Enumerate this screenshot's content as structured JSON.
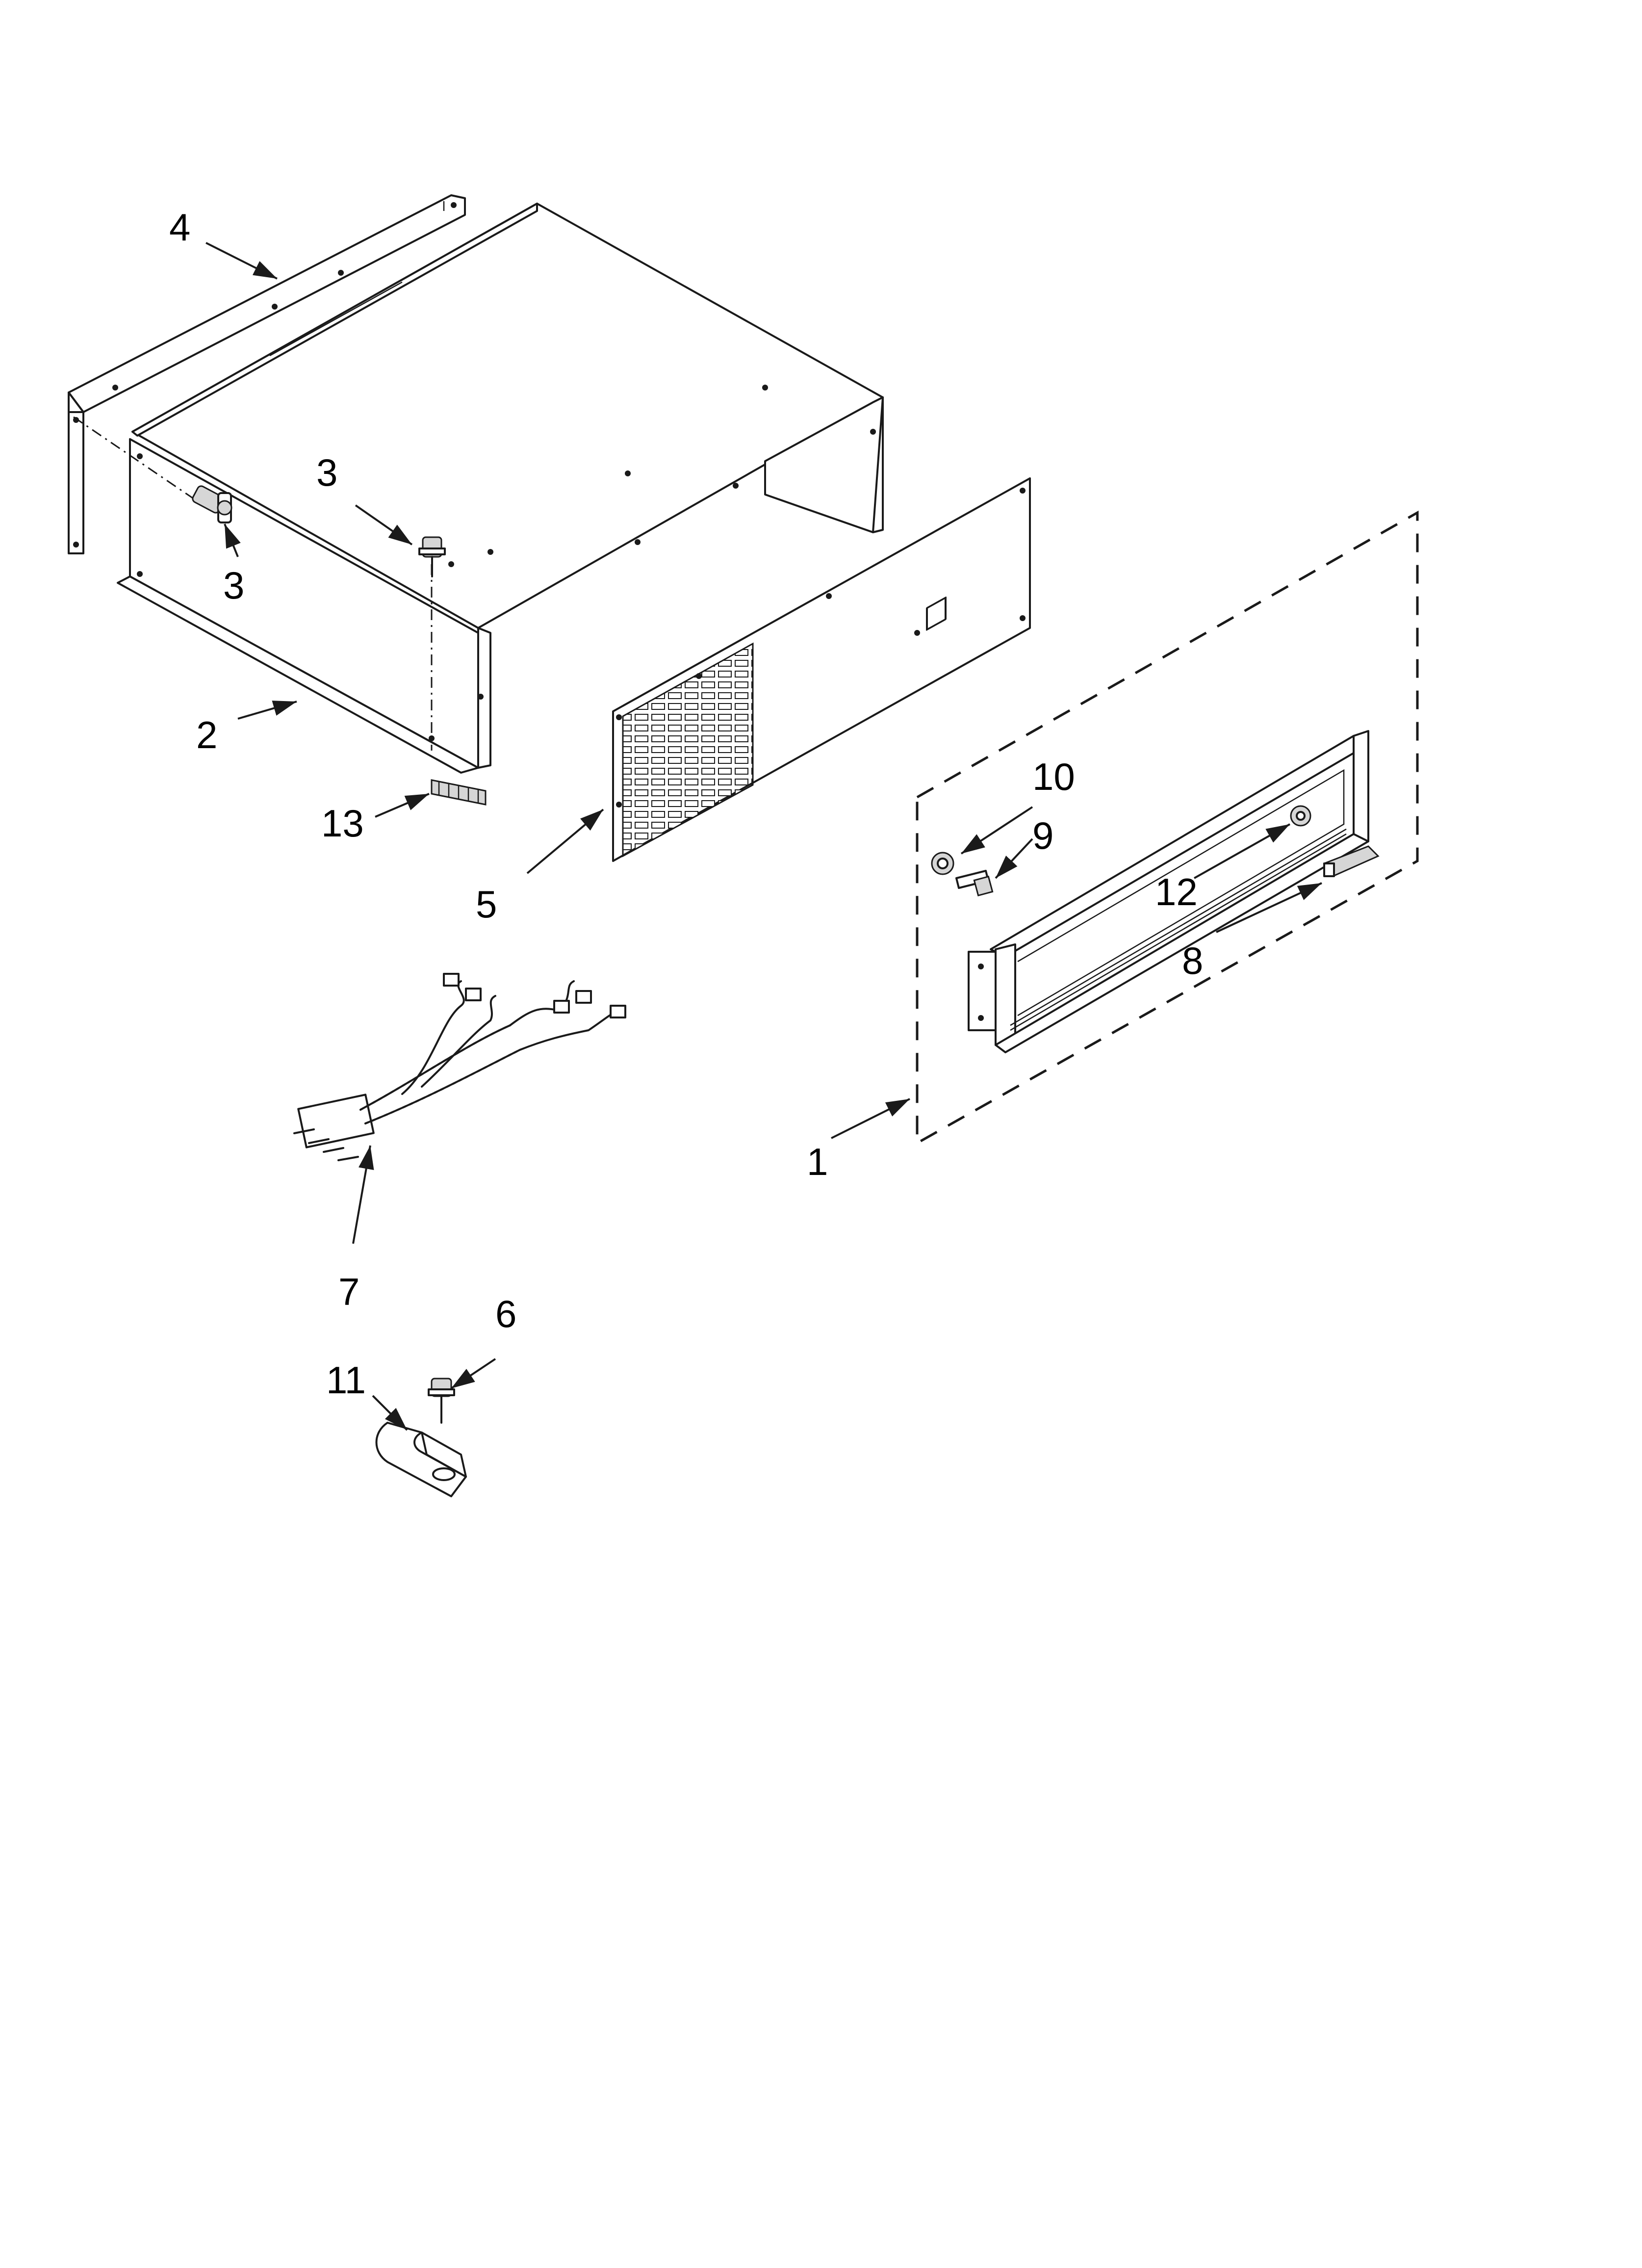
{
  "diagram": {
    "callouts": [
      {
        "id": "c1",
        "label": "1"
      },
      {
        "id": "c2",
        "label": "2"
      },
      {
        "id": "c3a",
        "label": "3"
      },
      {
        "id": "c3b",
        "label": "3"
      },
      {
        "id": "c4",
        "label": "4"
      },
      {
        "id": "c5",
        "label": "5"
      },
      {
        "id": "c6",
        "label": "6"
      },
      {
        "id": "c7",
        "label": "7"
      },
      {
        "id": "c8",
        "label": "8"
      },
      {
        "id": "c9",
        "label": "9"
      },
      {
        "id": "c10",
        "label": "10"
      },
      {
        "id": "c11",
        "label": "11"
      },
      {
        "id": "c12",
        "label": "12"
      },
      {
        "id": "c13",
        "label": "13"
      }
    ]
  }
}
